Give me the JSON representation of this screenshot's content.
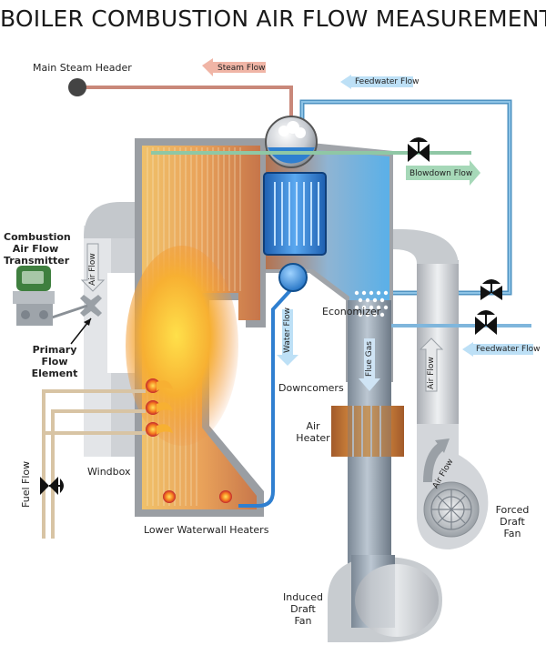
{
  "title": "BOILER COMBUSTION AIR FLOW MEASUREMENT",
  "labels": {
    "main_steam_header": "Main Steam Header",
    "steam_flow": "Steam Flow",
    "feedwater_flow_top": "Feedwater Flow",
    "blowdown_flow": "Blowdown Flow",
    "combustion_transmitter": [
      "Combustion",
      "Air Flow",
      "Transmitter"
    ],
    "air_flow_left": "Air Flow",
    "primary_flow_element": [
      "Primary",
      "Flow",
      "Element"
    ],
    "water_flow": "Water Flow",
    "economizer": "Economizer",
    "feedwater_flow_right": "Feedwater Flow",
    "flue_gas": "Flue Gas",
    "air_flow_right": "Air Flow",
    "downcomers": "Downcomers",
    "air_heater": [
      "Air",
      "Heater"
    ],
    "windbox": "Windbox",
    "fuel_flow": "Fuel Flow",
    "air_flow_fan": "Air Flow",
    "forced_draft_fan": [
      "Forced",
      "Draft",
      "Fan"
    ],
    "lower_waterwall_heaters": "Lower Waterwall Heaters",
    "induced_draft_fan": [
      "Induced",
      "Draft",
      "Fan"
    ]
  },
  "colors": {
    "steam_pipe": "#c9887a",
    "feedwater_pipe": "#4f93c2",
    "blowdown_pipe": "#8fc7a5",
    "duct": "#cfd2d6",
    "fire": "#f5a623",
    "water_blue": "#2f7fd0"
  }
}
